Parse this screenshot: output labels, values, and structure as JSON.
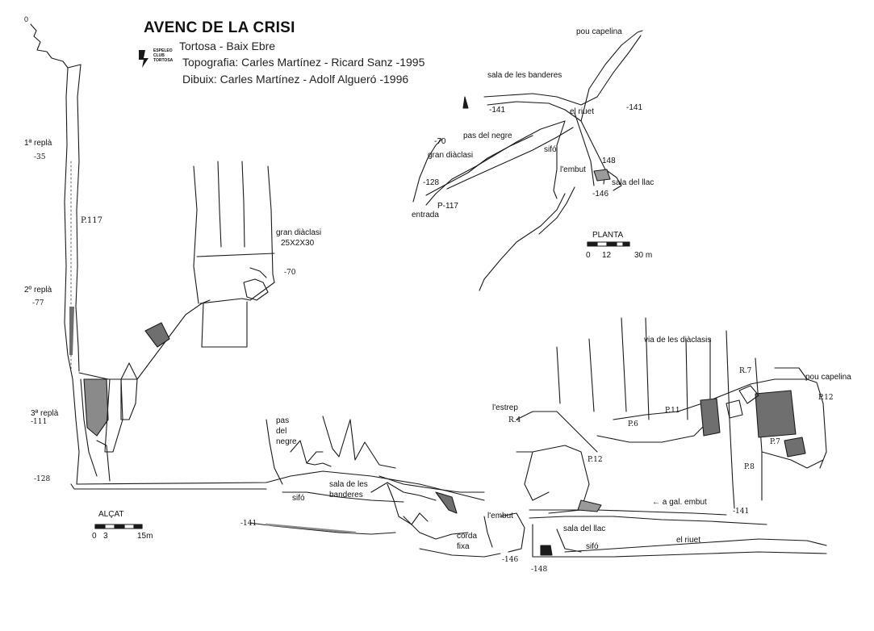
{
  "header": {
    "title": "AVENC DE LA CRISI",
    "location": "Tortosa - Baix Ebre",
    "topography": "Topografia: Carles Martínez - Ricard Sanz -1995",
    "drawing": "Dibuix: Carles Martínez - Adolf Algueró -1996",
    "club_logo_text": [
      "ESPELEO",
      "CLUB",
      "TORTOSA"
    ]
  },
  "section_view": {
    "scale_title": "ALÇAT",
    "scale_ticks": [
      "0",
      "3",
      "15m"
    ],
    "origin_label": "0",
    "labels": {
      "pitch_main": "P.117",
      "ledge1": "1ª replà",
      "ledge1_depth": "-35",
      "ledge2": "2º replà",
      "ledge2_depth": "-77",
      "ledge3": "3ª replà",
      "ledge3_depth": "-111",
      "depth_128": "-128",
      "gran_diaclasi": "gran diàclasi",
      "gran_diaclasi_dims": "25X2X30",
      "depth_70": "-70",
      "pas_del_negre": [
        "pas",
        "del",
        "negre"
      ],
      "sifo_left": "sifó",
      "depth_141_left": "-141",
      "sala_banderes": [
        "sala de les",
        "banderes"
      ],
      "corda_fixa": [
        "corda",
        "fixa"
      ],
      "embut": "l'embut",
      "depth_146": "-146",
      "depth_148": "-148",
      "sala_llac": "sala del llac",
      "sifo_right": "sifó",
      "riuet": "el riuet",
      "a_gal_embut": "← a gal. embut",
      "depth_141_right": "-141",
      "estrep": "l'estrep",
      "r4": "R.4",
      "p12_mid": "P.12",
      "p6": "P.6",
      "p11": "P.11",
      "via_diaclasis": "via de les diàclasis",
      "r7": "R.7",
      "pou_capelina": "pou capelina",
      "p12_right": "P.12",
      "p7": "P.7",
      "p8": "P.8"
    }
  },
  "plan_view": {
    "scale_title": "PLANTA",
    "scale_ticks": [
      "0",
      "12",
      "30 m"
    ],
    "labels": {
      "pou_capelina": "pou capelina",
      "sala_banderes": "sala de les banderes",
      "depth_141_left": "-141",
      "el_riuet": "el riuet",
      "depth_141_right": "-141",
      "pas_del_negre": "pas del negre",
      "depth_70": "-70",
      "gran_diaclasi": "gran diàclasi",
      "sifo": "sifó",
      "depth_148": "148",
      "embut": "l'embut",
      "sala_llac": "sala del llac",
      "depth_128": "-128",
      "depth_146": "-146",
      "p117": "P-117",
      "entrada": "entrada"
    }
  },
  "colors": {
    "ink": "#1a1a1a",
    "rock_fill": "#6f6f6f",
    "water_fill": "#9a9a9a",
    "paper": "#ffffff"
  }
}
